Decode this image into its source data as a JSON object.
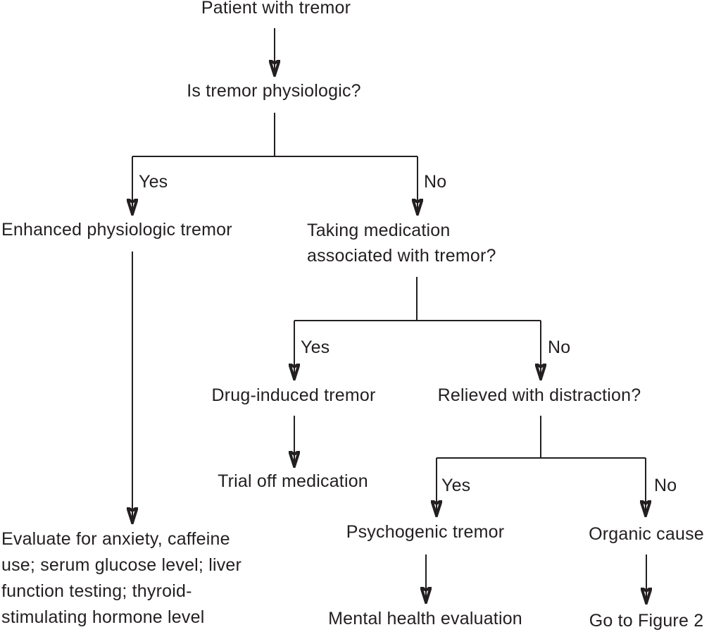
{
  "diagram": {
    "type": "flowchart",
    "colors": {
      "background": "#ffffff",
      "text": "#231f20",
      "line": "#231f20"
    },
    "nodes": {
      "patient": {
        "label": "Patient with tremor"
      },
      "q_physiologic": {
        "label": "Is tremor physiologic?"
      },
      "enhanced": {
        "label": "Enhanced physiologic tremor"
      },
      "taking_medication": {
        "lines": [
          "Taking medication",
          "associated with tremor?"
        ]
      },
      "evaluate": {
        "lines": [
          "Evaluate for anxiety, caffeine",
          "use; serum glucose level; liver",
          "function testing; thyroid-",
          "stimulating hormone level"
        ]
      },
      "drug_induced": {
        "label": "Drug-induced tremor"
      },
      "trial_off_medication": {
        "label": "Trial off medication"
      },
      "relieved_distraction": {
        "label": "Relieved with distraction?"
      },
      "psychogenic": {
        "label": "Psychogenic tremor"
      },
      "organic_cause": {
        "label": "Organic cause"
      },
      "mental_health": {
        "label": "Mental health evaluation"
      },
      "go_to_figure_2": {
        "label": "Go to Figure 2"
      }
    },
    "edge_labels": {
      "physiologic_yes": "Yes",
      "physiologic_no": "No",
      "medication_yes": "Yes",
      "medication_no": "No",
      "distraction_yes": "Yes",
      "distraction_no": "No"
    }
  }
}
